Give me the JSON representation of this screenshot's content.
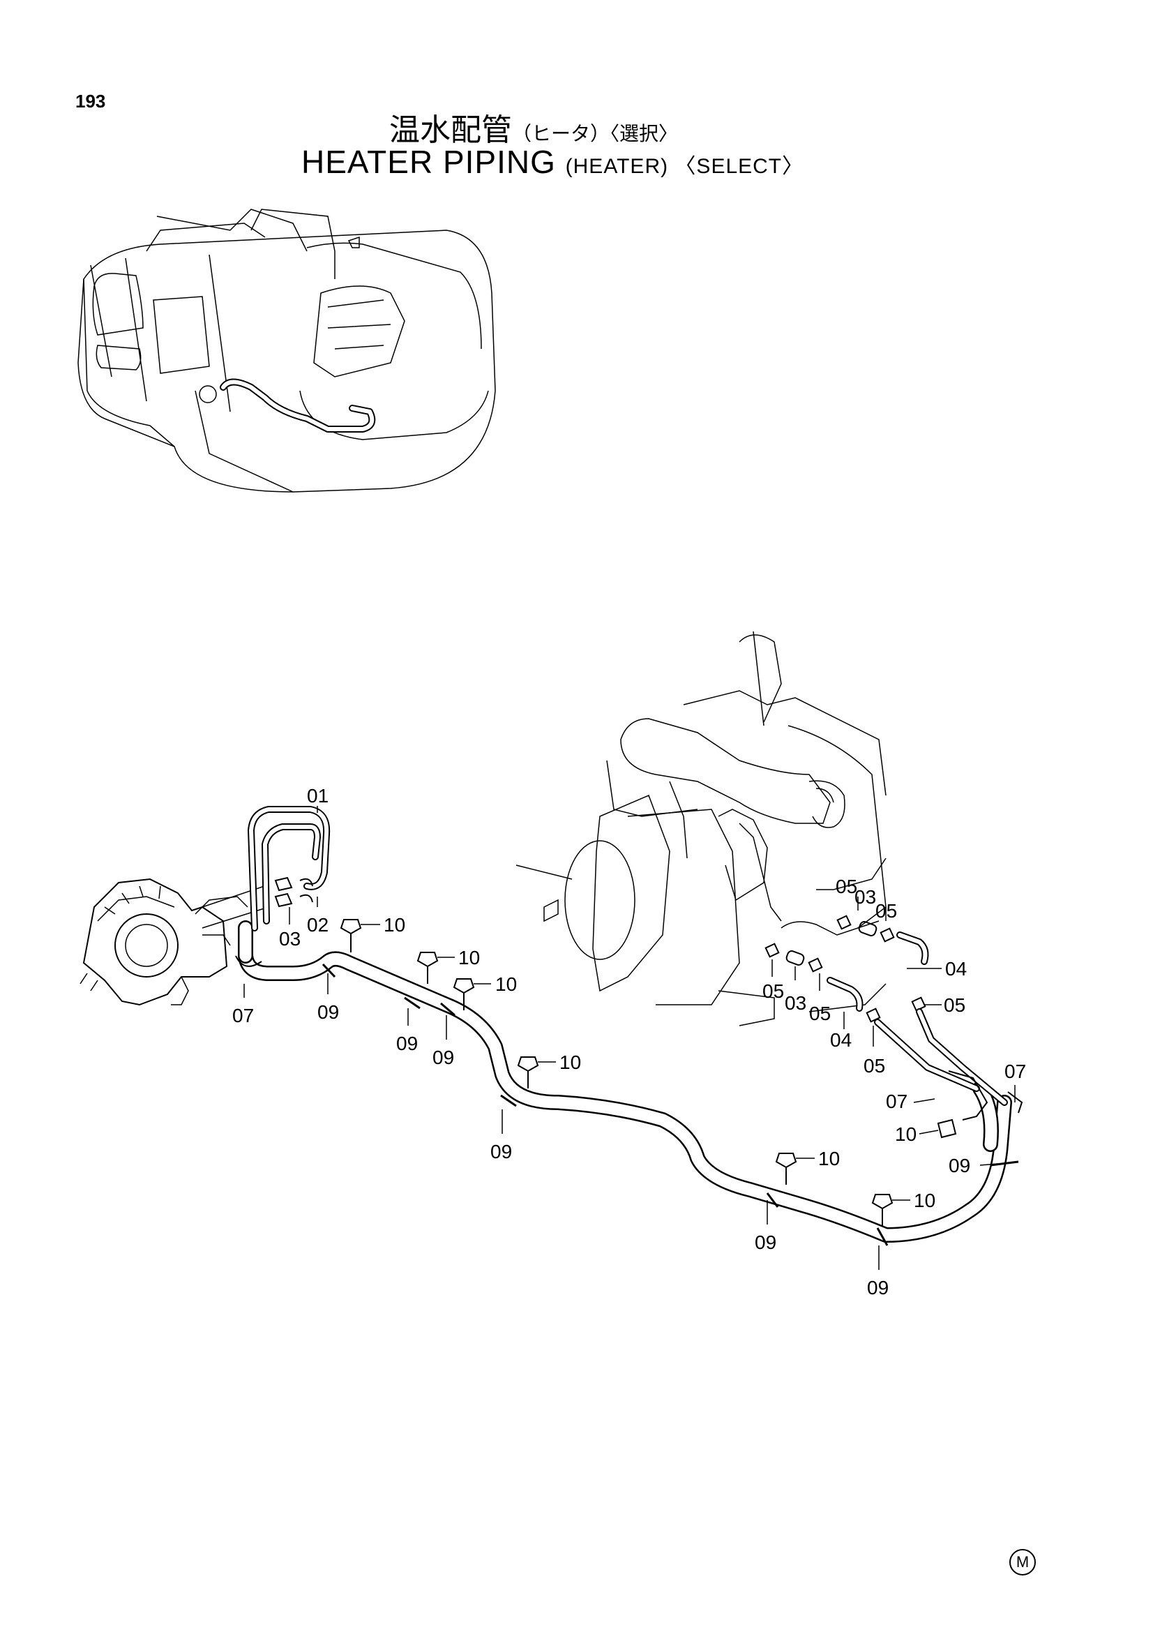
{
  "page_number": "193",
  "title_jp": {
    "main": "温水配管",
    "sub": "（ヒータ）〈選択〉"
  },
  "title_en": {
    "main": "HEATER PIPING",
    "sub": "(HEATER) 〈SELECT〉"
  },
  "mark": "M",
  "callouts": [
    {
      "text": "01"
    },
    {
      "text": "02"
    },
    {
      "text": "03"
    },
    {
      "text": "07"
    },
    {
      "text": "09"
    },
    {
      "text": "10"
    },
    {
      "text": "10"
    },
    {
      "text": "10"
    },
    {
      "text": "09"
    },
    {
      "text": "09"
    },
    {
      "text": "10"
    },
    {
      "text": "09"
    },
    {
      "text": "10"
    },
    {
      "text": "09"
    },
    {
      "text": "10"
    },
    {
      "text": "09"
    },
    {
      "text": "05"
    },
    {
      "text": "03"
    },
    {
      "text": "05"
    },
    {
      "text": "04"
    },
    {
      "text": "05"
    },
    {
      "text": "03"
    },
    {
      "text": "05"
    },
    {
      "text": "05"
    },
    {
      "text": "04"
    },
    {
      "text": "05"
    },
    {
      "text": "07"
    },
    {
      "text": "07"
    },
    {
      "text": "10"
    },
    {
      "text": "09"
    }
  ]
}
